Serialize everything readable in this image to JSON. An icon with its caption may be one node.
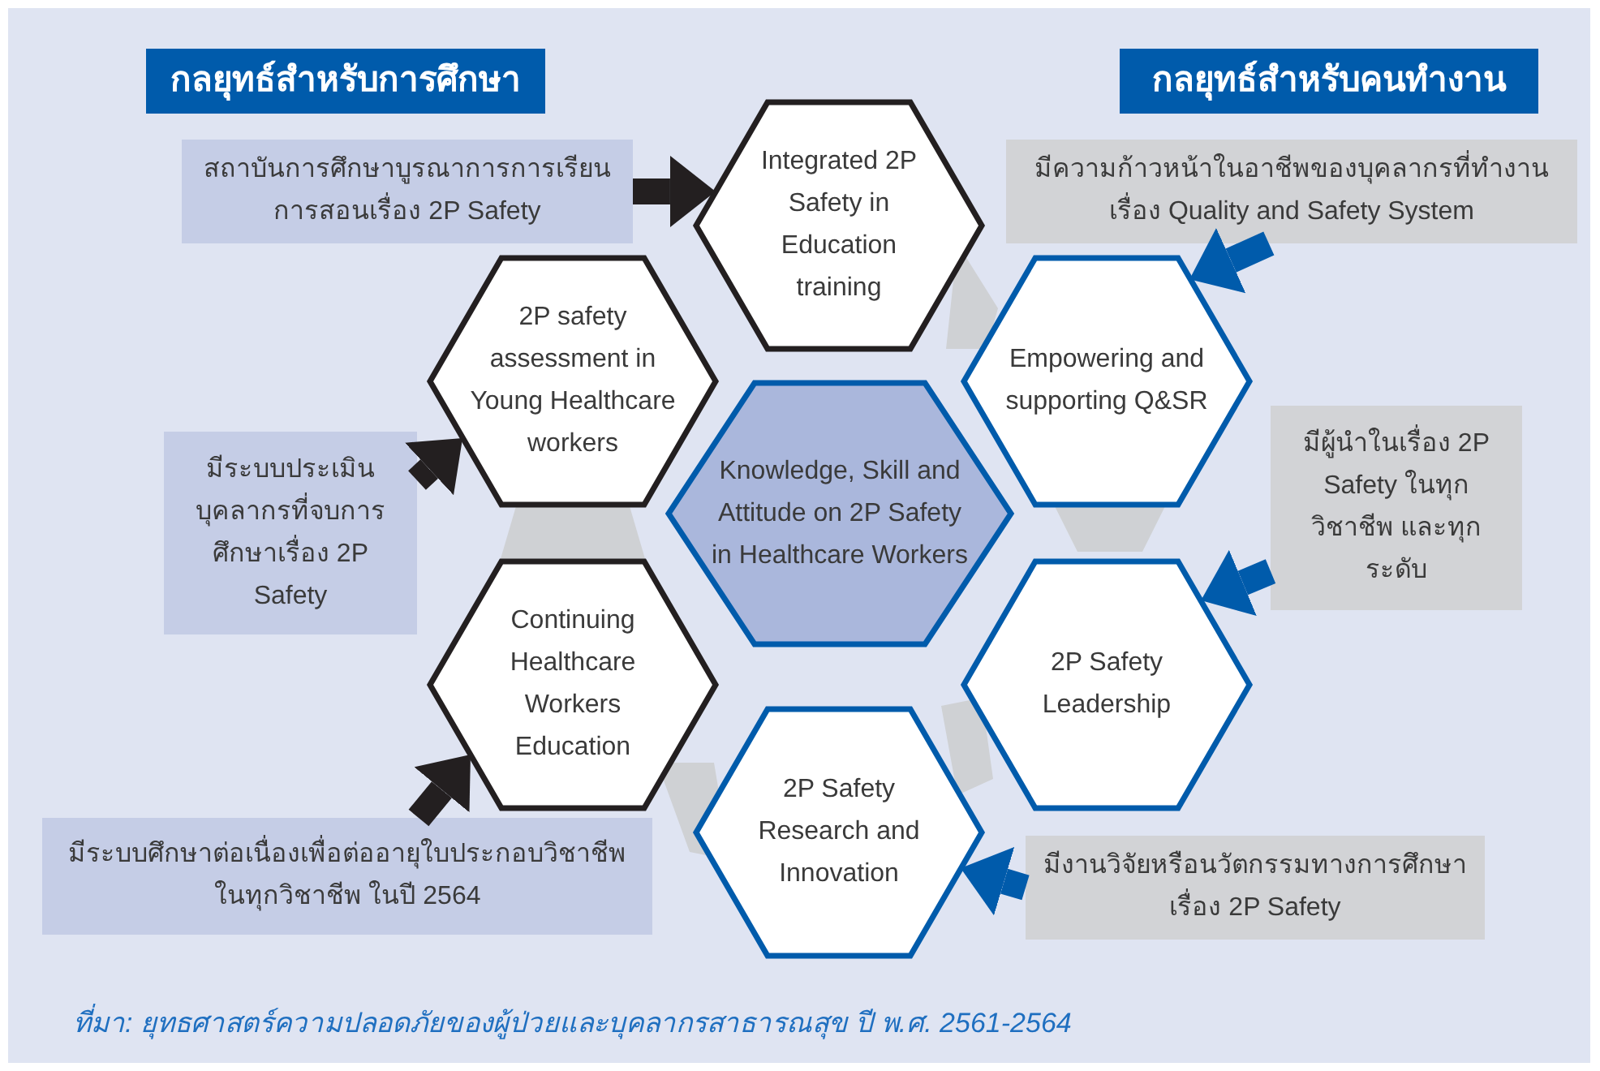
{
  "diagram": {
    "caption": "ที่มา: ยุทธศาสตร์ความปลอดภัยของผู้ป่วยและบุคลากรสาธารณสุข ปี พ.ศ. 2561-2564",
    "nodes": [
      {
        "text": [
          "กลยุทธ์สำหรับการศึกษา"
        ]
      },
      {
        "text": [
          "กลยุทธ์สำหรับคนทำงาน"
        ]
      },
      {
        "text": [
          "สถาบันการศึกษาบูรณาการการเรียนการสอนเรื่อง 2P Safety"
        ]
      },
      {
        "text": [
          "Integrated 2P Safety in Education training"
        ]
      },
      {
        "text": [
          "มีความก้าวหน้าในอาชีพของบุคลากรที่ทำงานเรื่อง Quality and Safety System"
        ]
      },
      {
        "text": [
          "Empowering and supporting Q&SR"
        ]
      },
      {
        "text": [
          "2P safety assessment in Young Healthcare workers"
        ]
      },
      {
        "text": [
          "Knowledge, Skill and Attitude on 2P Safety in Healthcare Workers"
        ]
      },
      {
        "text": [
          "มีระบบประเมินบุคลากรที่จบการศึกษาเรื่อง 2P Safety"
        ]
      },
      {
        "text": [
          "มีผู้นำในเรื่อง 2P Safety ในทุกวิชาชีพ และทุกระดับ"
        ]
      },
      {
        "text": [
          "Continuing Healthcare Workers Education"
        ]
      },
      {
        "text": [
          "2P Safety Leadership"
        ]
      },
      {
        "text": [
          "2P Safety Research and Innovation"
        ]
      },
      {
        "text": [
          "มีระบบศึกษาต่อเนื่องเพื่อต่ออายุใบประกอบวิชาชีพในทุกวิชาชีพ ในปี 2564"
        ]
      },
      {
        "text": [
          "มีงานวิจัยหรือนวัตกรรมทางการศึกษาเรื่อง 2P Safety"
        ]
      }
    ],
    "edges": [
      {
        "from": 2,
        "to": 3,
        "arrow": "to",
        "color": "#231f20"
      },
      {
        "from": 4,
        "to": 5,
        "arrow": "to",
        "color": "#005bab"
      },
      {
        "from": 8,
        "to": 6,
        "arrow": "to",
        "color": "#231f20"
      },
      {
        "from": 9,
        "to": 11,
        "arrow": "to",
        "color": "#005bab"
      },
      {
        "from": 13,
        "to": 10,
        "arrow": "to",
        "color": "#231f20"
      },
      {
        "from": 14,
        "to": 12,
        "arrow": "to",
        "color": "#005bab"
      }
    ]
  }
}
